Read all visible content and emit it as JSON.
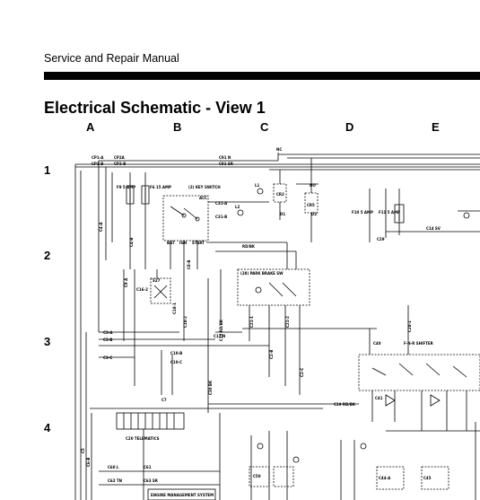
{
  "header": {
    "text": "Service and Repair Manual"
  },
  "title": "Electrical Schematic - View 1",
  "columns": [
    "A",
    "B",
    "C",
    "D",
    "E"
  ],
  "rows": [
    "1",
    "2",
    "3",
    "4"
  ],
  "labels": {
    "cp1": "CP1-A",
    "cp2": "CP2A",
    "cp1b": "CP1-B",
    "cp2b": "CP2-B",
    "c91": "C91 N",
    "c92": "C91 SR",
    "nc": "NC",
    "no": "NO",
    "f9": "F9 5 AMP",
    "f6": "F6 15 AMP",
    "key": "(2) KEY SWITCH",
    "acc": "ACC",
    "cr2": "CR2",
    "cr5": "CR5",
    "ld1": "L1",
    "ld2": "L2",
    "d1": "D1",
    "d2": "D2",
    "f10": "F10 5 AMP",
    "f11": "F11 5 AMP",
    "c14": "C14 SV",
    "c29": "C29",
    "c31": "C31-A",
    "c32": "C31-B",
    "bat": "BAT",
    "ign": "IGN",
    "start": "START",
    "c4a": "C4-A",
    "c4b": "C4-B",
    "c8b": "C8-B",
    "c9": "C9 A",
    "s27": "S27",
    "c16": "C16-2",
    "c10": "C10-B",
    "c10b": "C10-C",
    "brake": "(28) PARK BRAKE SW",
    "hc1": "C18-1",
    "hc2": "C18-2",
    "c21": "C21-1",
    "c22": "C21-2",
    "c3a": "C3-A",
    "c3b": "C3-B",
    "c3c": "C3-C",
    "c12": "C12 N",
    "c13": "C12 RD/BK",
    "c2b": "C2-B",
    "c2c": "C2-C",
    "c19": "C19 RD/BK",
    "c7": "C7",
    "c30": "C30 BK",
    "c28": "C28-1",
    "telem": "C20 TELEMATICS",
    "c5": "C5",
    "c6": "C6-B",
    "rdbk": "RD/BK",
    "c40": "C40",
    "c41": "C41",
    "shifter": "F-N-R SHIFTER",
    "c44": "C44-A",
    "c45": "C45",
    "c50": "C50",
    "ecu": "ENGINE MANAGEMENT SYSTEM",
    "c60": "C60 L",
    "c61": "C61",
    "c62": "C62 TN",
    "c63": "C63 SR"
  }
}
